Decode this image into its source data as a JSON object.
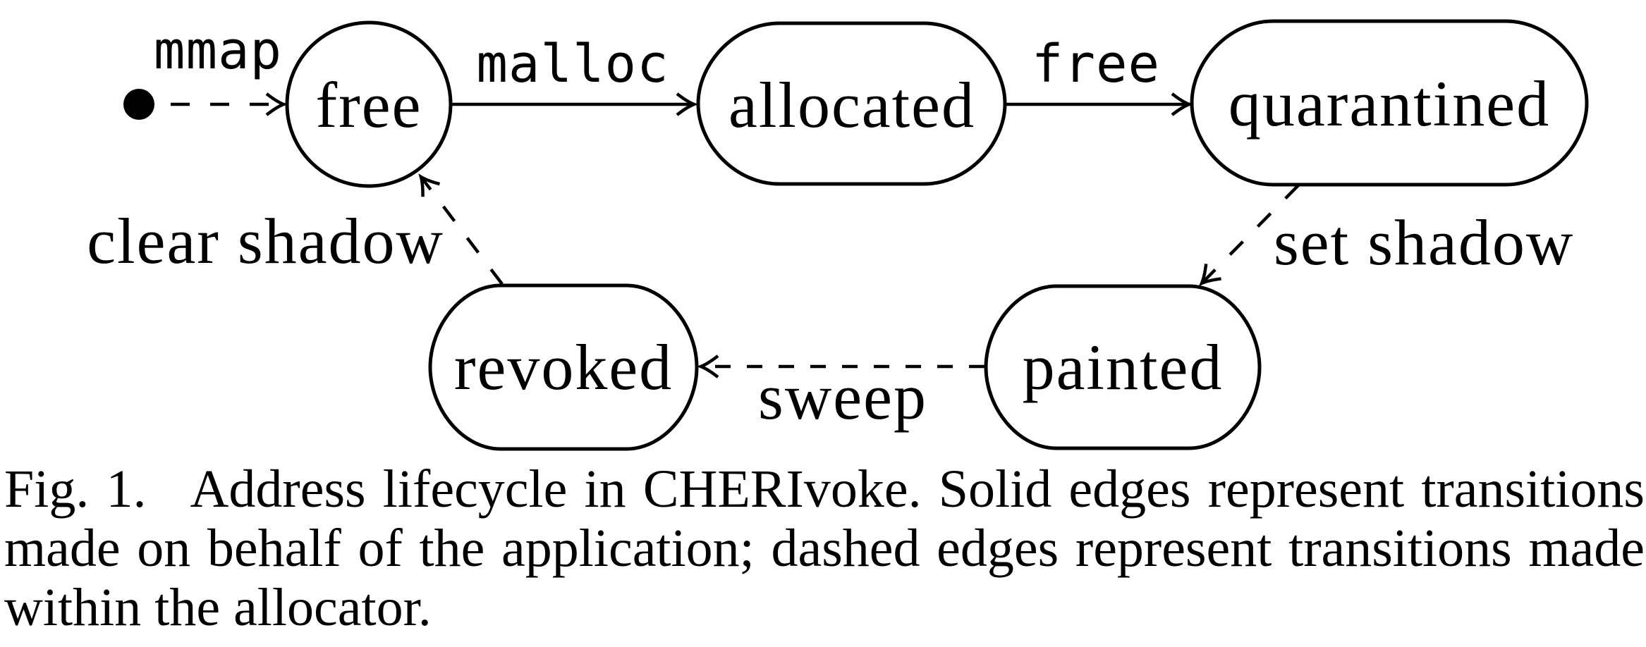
{
  "figure_type": "state-machine-diagram",
  "colors": {
    "ink": "#000000",
    "background": "#ffffff"
  },
  "diagram": {
    "initial_marker": "filled-dot",
    "states": [
      {
        "id": "free",
        "label": "free",
        "shape": "circle"
      },
      {
        "id": "allocated",
        "label": "allocated",
        "shape": "rounded-rect"
      },
      {
        "id": "quarantined",
        "label": "quarantined",
        "shape": "rounded-rect"
      },
      {
        "id": "painted",
        "label": "painted",
        "shape": "rounded-rect"
      },
      {
        "id": "revoked",
        "label": "revoked",
        "shape": "rounded-rect"
      }
    ],
    "transitions": [
      {
        "from": "start",
        "to": "free",
        "label": "mmap",
        "style": "dashed",
        "label_font": "monospace"
      },
      {
        "from": "free",
        "to": "allocated",
        "label": "malloc",
        "style": "solid",
        "label_font": "monospace"
      },
      {
        "from": "allocated",
        "to": "quarantined",
        "label": "free",
        "style": "solid",
        "label_font": "monospace"
      },
      {
        "from": "quarantined",
        "to": "painted",
        "label": "set shadow",
        "style": "dashed",
        "label_font": "serif"
      },
      {
        "from": "painted",
        "to": "revoked",
        "label": "sweep",
        "style": "dashed",
        "label_font": "serif"
      },
      {
        "from": "revoked",
        "to": "free",
        "label": "clear shadow",
        "style": "dashed",
        "label_font": "serif"
      }
    ]
  },
  "caption": {
    "fig_label": "Fig. 1.",
    "line1": "Address lifecycle in CHERIvoke. Solid edges represent transitions",
    "line2": "made on behalf of the application; dashed edges represent transitions made",
    "line3": "within the allocator."
  }
}
